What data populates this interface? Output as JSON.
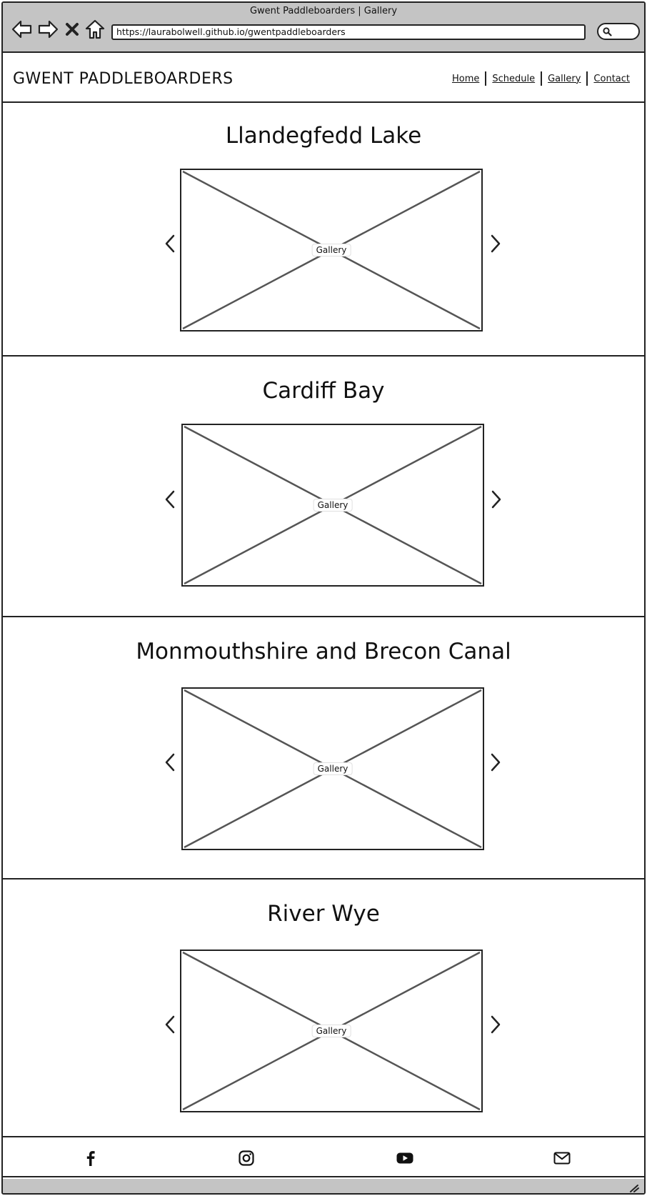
{
  "browser": {
    "window_title": "Gwent Paddleboarders | Gallery",
    "url": "https://laurabolwell.github.io/gwentpaddleboarders",
    "icons": [
      "back-arrow-icon",
      "forward-arrow-icon",
      "close-icon",
      "home-icon",
      "search-icon"
    ]
  },
  "header": {
    "brand": "GWENT PADDLEBOARDERS",
    "nav": [
      {
        "label": "Home"
      },
      {
        "label": "Schedule"
      },
      {
        "label": "Gallery"
      },
      {
        "label": "Contact"
      }
    ]
  },
  "gallery": [
    {
      "title": "Llandegfedd Lake",
      "image_label": "Gallery"
    },
    {
      "title": "Cardiff Bay",
      "image_label": "Gallery"
    },
    {
      "title": "Monmouthshire and Brecon Canal",
      "image_label": "Gallery"
    },
    {
      "title": "River Wye",
      "image_label": "Gallery"
    }
  ],
  "footer": {
    "icons": [
      "facebook-icon",
      "instagram-icon",
      "youtube-icon",
      "email-icon"
    ]
  },
  "colors": {
    "chrome": "#c4c4c4",
    "stroke": "#222222",
    "placeholder_lines": "#555555"
  }
}
